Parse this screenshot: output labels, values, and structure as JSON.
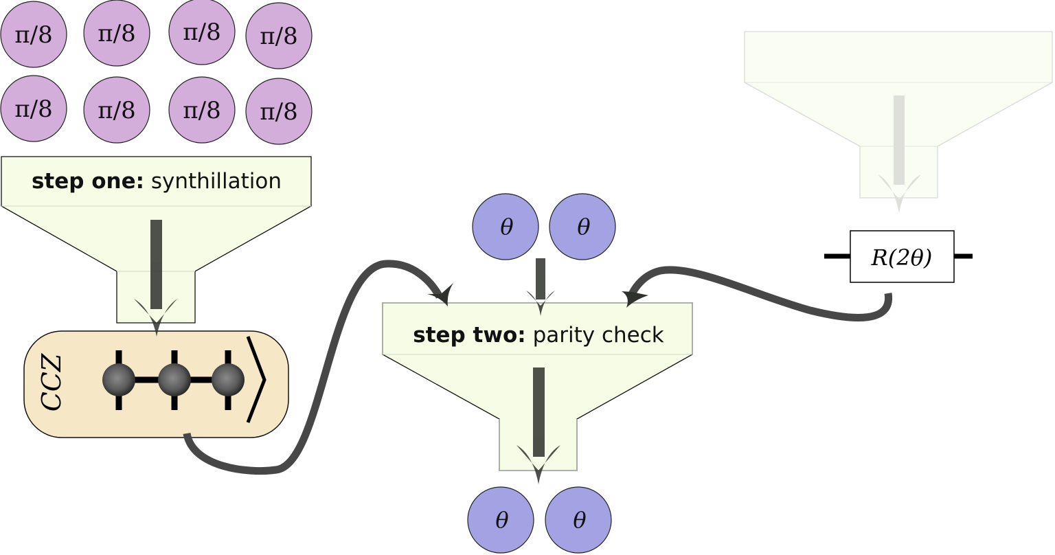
{
  "colors": {
    "pi8_fill": "#d4aedb",
    "theta_fill": "#a3a3e4",
    "funnel_fill": "#f7fce6",
    "ccz_fill": "#f6e7c6",
    "arrow": "#3d3f3a"
  },
  "inputs_pi8": [
    "π/8",
    "π/8",
    "π/8",
    "π/8",
    "π/8",
    "π/8",
    "π/8",
    "π/8"
  ],
  "step_one": {
    "bold": "step one:",
    "rest": "synthillation"
  },
  "ccz": {
    "label": "CCZ",
    "ket": "⟩"
  },
  "step_two": {
    "bold": "step two:",
    "rest": "parity check"
  },
  "theta_inputs": [
    "θ",
    "θ"
  ],
  "theta_outputs": [
    "θ",
    "θ"
  ],
  "rotation_gate": {
    "label": "R(2θ)"
  }
}
